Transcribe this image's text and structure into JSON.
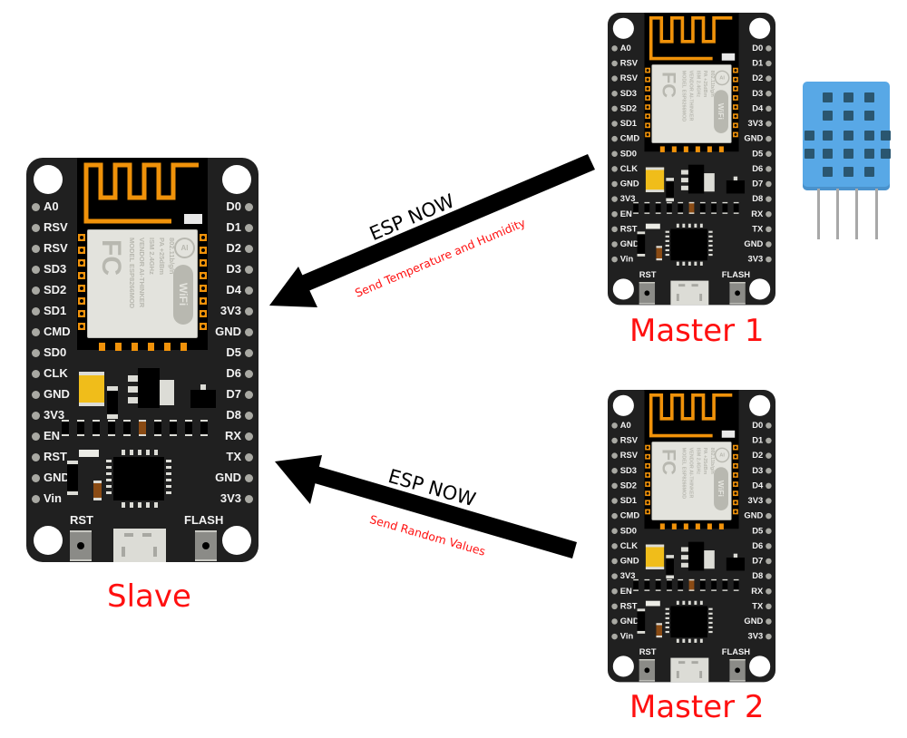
{
  "diagram": {
    "title": "ESP-NOW many-to-one communication",
    "colors": {
      "board": "#202020",
      "antenna_trace": "#f0920a",
      "caption_red": "#ff1010",
      "arrow": "#000000",
      "sensor_blue": "#58a8e6"
    },
    "board_pins": {
      "left": [
        "A0",
        "RSV",
        "RSV",
        "SD3",
        "SD2",
        "SD1",
        "CMD",
        "SD0",
        "CLK",
        "GND",
        "3V3",
        "EN",
        "RST",
        "GND",
        "Vin"
      ],
      "right": [
        "D0",
        "D1",
        "D2",
        "D3",
        "D4",
        "3V3",
        "GND",
        "D5",
        "D6",
        "D7",
        "D8",
        "RX",
        "TX",
        "GND",
        "3V3"
      ],
      "buttons": [
        "RST",
        "FLASH"
      ]
    },
    "module_label": {
      "line1": "MODEL    ESP8266MOD",
      "line2": "VENDOR   AI-THINKER",
      "line3": "ISM 2.4GHz",
      "line4": "PA  +25dBm",
      "line5": "802.11b/g/n",
      "logo_fc": "FC",
      "logo_ai": "AI",
      "logo_wifi": "WiFi"
    },
    "nodes": [
      {
        "id": "slave",
        "caption": "Slave"
      },
      {
        "id": "master1",
        "caption": "Master 1"
      },
      {
        "id": "master2",
        "caption": "Master 2"
      }
    ],
    "sensor": {
      "name": "DHT11 temperature and humidity sensor",
      "icon": "dht-sensor-icon",
      "pins": 4
    },
    "links": [
      {
        "from": "master1",
        "to": "slave",
        "protocol": "ESP NOW",
        "message": "Send Temperature and Humidity"
      },
      {
        "from": "master2",
        "to": "slave",
        "protocol": "ESP NOW",
        "message": "Send Random Values"
      }
    ]
  }
}
